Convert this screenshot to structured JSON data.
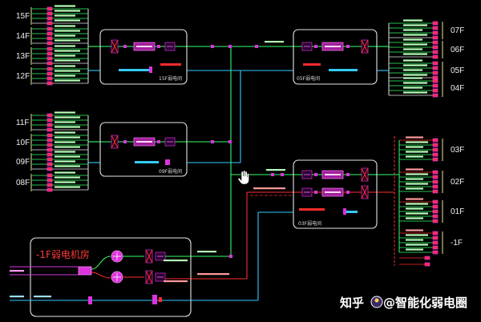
{
  "floors_left": [
    "15F",
    "14F",
    "13F",
    "12F",
    "11F",
    "10F",
    "09F",
    "08F"
  ],
  "floors_right": [
    "07F",
    "06F",
    "05F",
    "04F",
    "03F",
    "02F",
    "01F",
    "-1F"
  ],
  "rooms": {
    "room_15f": "15F弱电间",
    "room_09f": "09F弱电间",
    "room_05f": "05F弱电间",
    "room_03f": "03F弱电间",
    "room_b1": "-1F弱电机房"
  },
  "watermark": {
    "site": "知乎",
    "author": "@智能化弱电圈"
  },
  "colors": {
    "background": "#000000",
    "green_cable": "#33ff66",
    "red_cable": "#ff2b2b",
    "cyan_cable": "#33ccff",
    "device": "#dd33dd",
    "frame": "#e6e6e6"
  },
  "icons": {
    "cursor": "hand-cursor-icon",
    "avatar": "avatar-icon"
  }
}
